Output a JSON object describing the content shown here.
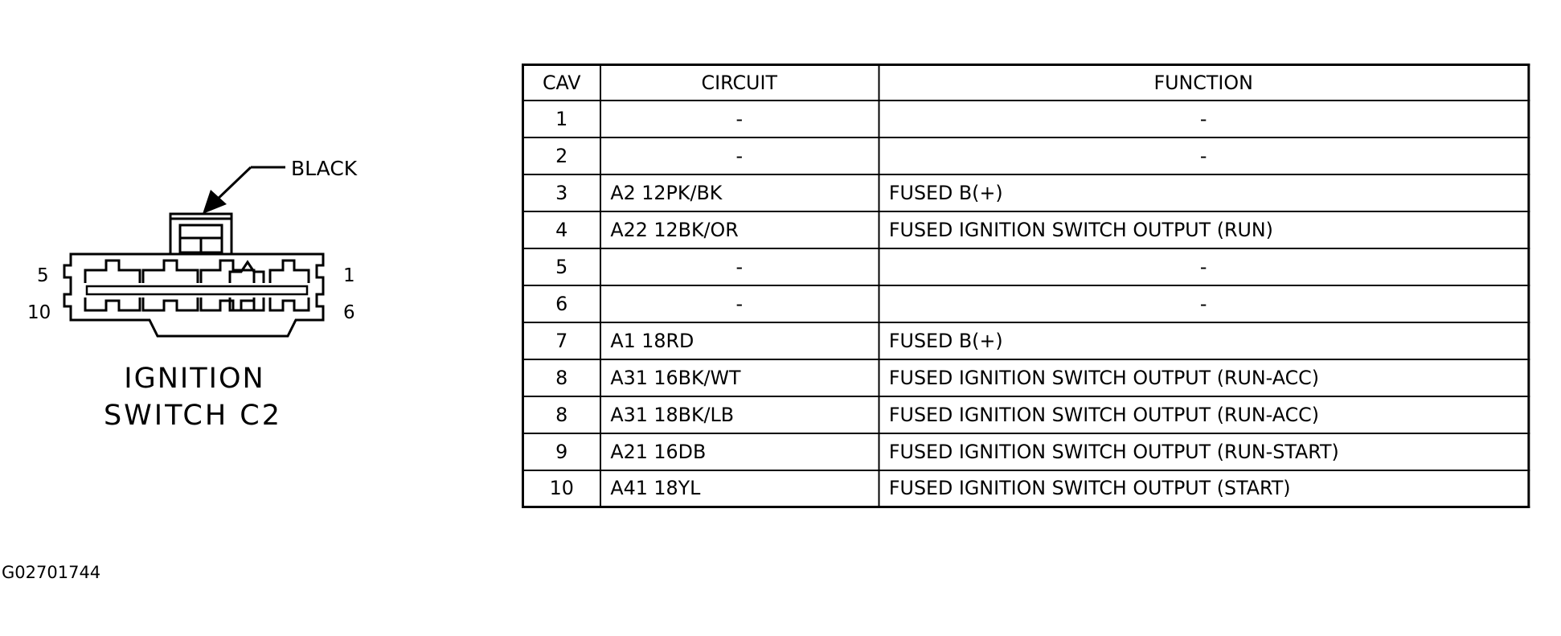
{
  "connector": {
    "color_label": "BLACK",
    "name_line1": "IGNITION",
    "name_line2": "SWITCH C2",
    "pin_label_top_left": "5",
    "pin_label_bottom_left": "10",
    "pin_label_top_right": "1",
    "pin_label_bottom_right": "6"
  },
  "table": {
    "headers": {
      "cav": "CAV",
      "circuit": "CIRCUIT",
      "function": "FUNCTION"
    },
    "rows": [
      {
        "cav": "1",
        "circuit": "-",
        "function": "-"
      },
      {
        "cav": "2",
        "circuit": "-",
        "function": "-"
      },
      {
        "cav": "3",
        "circuit": "A2 12PK/BK",
        "function": "FUSED B(+)"
      },
      {
        "cav": "4",
        "circuit": "A22 12BK/OR",
        "function": "FUSED IGNITION SWITCH OUTPUT (RUN)"
      },
      {
        "cav": "5",
        "circuit": "-",
        "function": "-"
      },
      {
        "cav": "6",
        "circuit": "-",
        "function": "-"
      },
      {
        "cav": "7",
        "circuit": "A1 18RD",
        "function": "FUSED B(+)"
      },
      {
        "cav": "8",
        "circuit": "A31 16BK/WT",
        "function": "FUSED IGNITION SWITCH OUTPUT (RUN-ACC)"
      },
      {
        "cav": "8",
        "circuit": "A31 18BK/LB",
        "function": "FUSED IGNITION SWITCH OUTPUT (RUN-ACC)"
      },
      {
        "cav": "9",
        "circuit": "A21 16DB",
        "function": "FUSED IGNITION SWITCH OUTPUT (RUN-START)"
      },
      {
        "cav": "10",
        "circuit": "A41 18YL",
        "function": "FUSED IGNITION SWITCH OUTPUT (START)"
      }
    ]
  },
  "figure_id": "G02701744"
}
